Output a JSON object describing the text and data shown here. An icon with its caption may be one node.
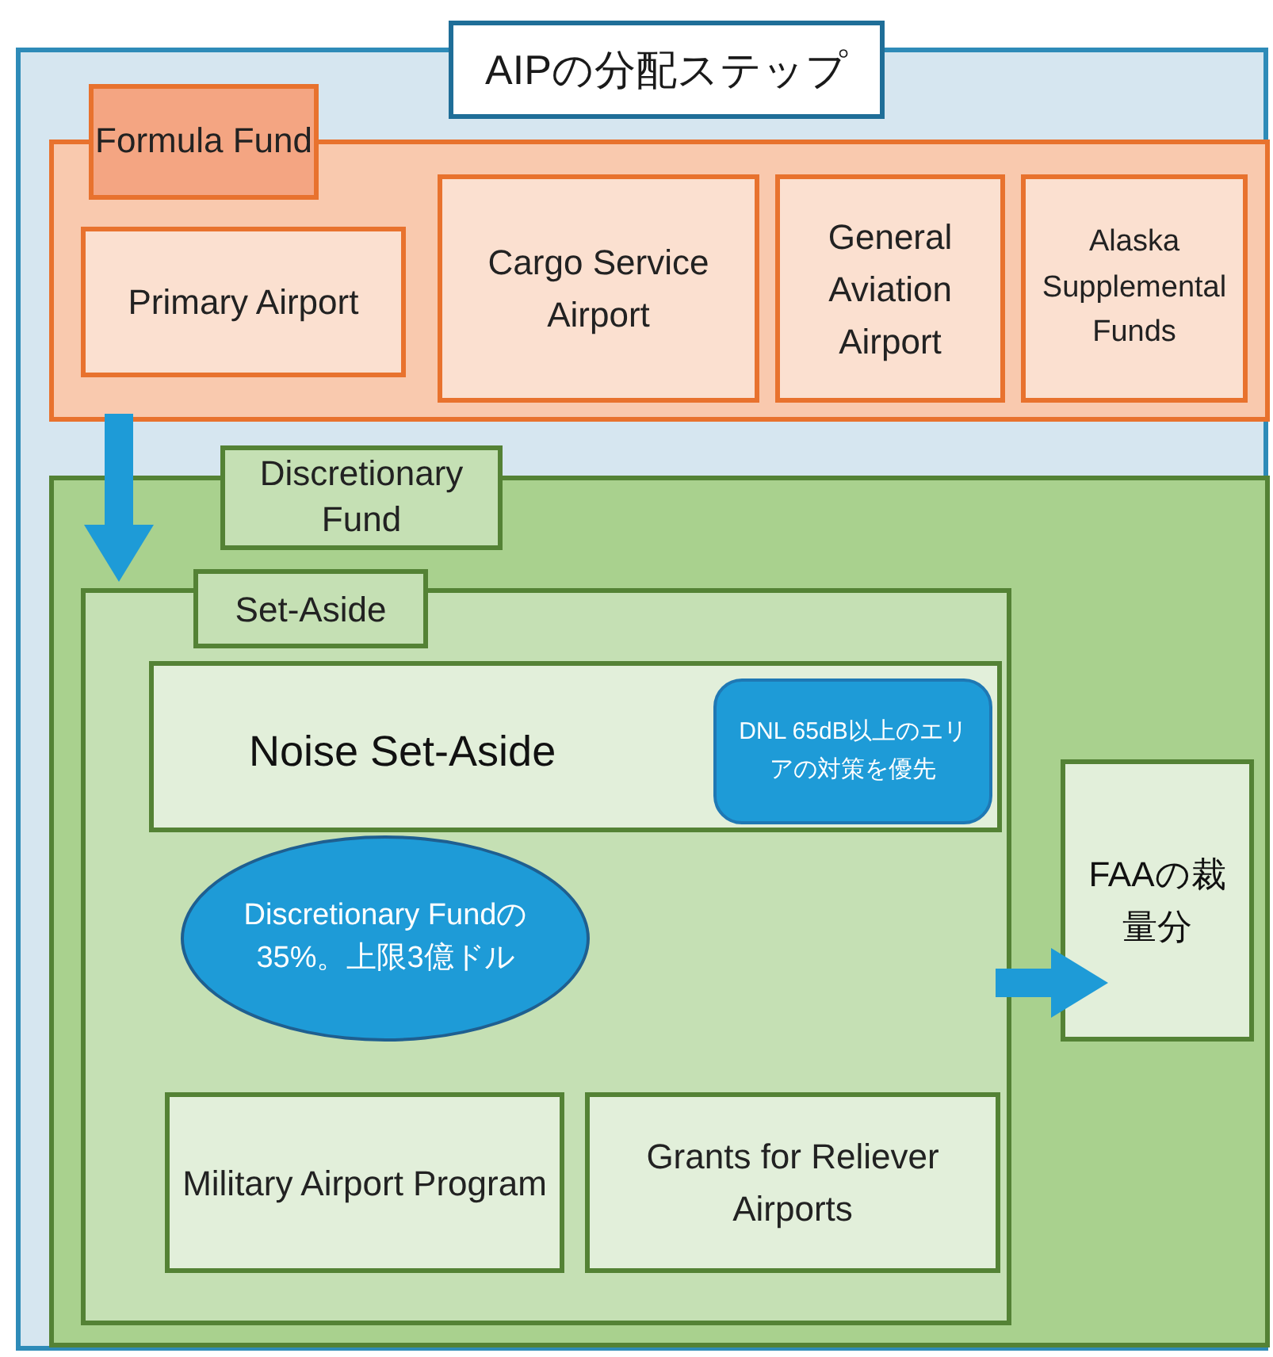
{
  "diagram": {
    "nodes": [
      {
        "text": [
          "AIPの分配ステップ"
        ]
      },
      {
        "text": [
          "Formula Fund"
        ],
        "in": 0
      },
      {
        "text": [
          "Primary Airport"
        ],
        "in": 1
      },
      {
        "text": [
          "Cargo Service Airport"
        ],
        "in": 1
      },
      {
        "text": [
          "General Aviation Airport"
        ],
        "in": 1
      },
      {
        "text": [
          "Alaska Supplemental Funds"
        ],
        "in": 1
      },
      {
        "text": [
          "Discretionary Fund"
        ],
        "in": 0
      },
      {
        "text": [
          "Set-Aside"
        ],
        "in": 6
      },
      {
        "text": [
          "Noise Set-Aside"
        ],
        "in": 7
      },
      {
        "text": [
          "DNL 65dB以上のエリアの対策を優先"
        ],
        "in": 8
      },
      {
        "text": [
          "Discretionary Fundの35%。上限3億ドル"
        ],
        "in": 7
      },
      {
        "text": [
          "Military Airport Program"
        ],
        "in": 7
      },
      {
        "text": [
          "Grants for Reliever Airports"
        ],
        "in": 7
      },
      {
        "text": [
          "FAAの裁量分"
        ],
        "in": 6
      }
    ],
    "edges": [
      {
        "from": 1,
        "to": 7,
        "arrow": "to"
      },
      {
        "from": 7,
        "to": 13,
        "arrow": "to"
      }
    ]
  }
}
